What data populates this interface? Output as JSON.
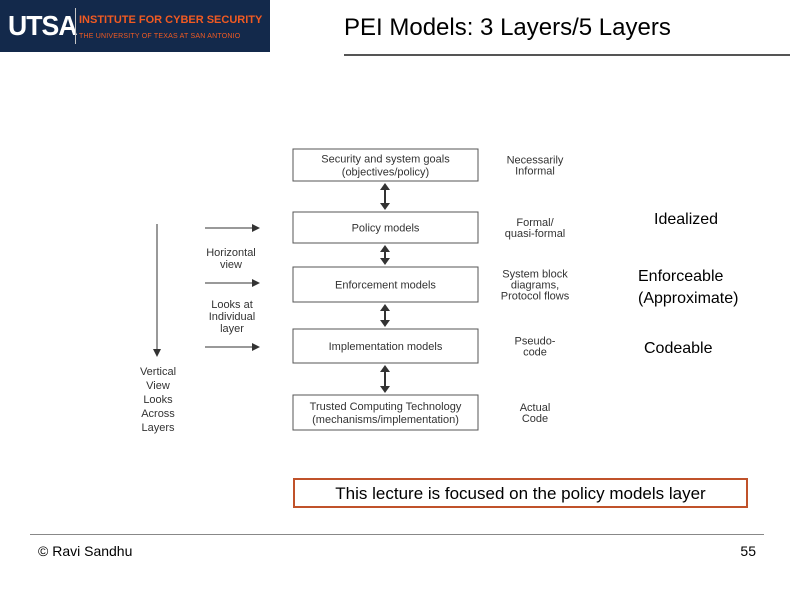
{
  "logo": {
    "wordmark": "UTSA",
    "line1": "INSTITUTE FOR CYBER SECURITY",
    "line2": "THE UNIVERSITY OF TEXAS AT SAN ANTONIO"
  },
  "slide_title": "PEI Models: 3 Layers/5 Layers",
  "diagram": {
    "layers": [
      {
        "lines": [
          "Security and system goals",
          "(objectives/policy)"
        ],
        "note": [
          "Necessarily",
          "Informal"
        ]
      },
      {
        "lines": [
          "Policy models"
        ],
        "note": [
          "Formal/",
          "quasi-formal"
        ]
      },
      {
        "lines": [
          "Enforcement models"
        ],
        "note": [
          "System block",
          "diagrams,",
          "Protocol flows"
        ]
      },
      {
        "lines": [
          "Implementation models"
        ],
        "note": [
          "Pseudo-",
          "code"
        ]
      },
      {
        "lines": [
          "Trusted Computing Technology",
          "(mechanisms/implementation)"
        ],
        "note": [
          "Actual",
          "Code"
        ]
      }
    ],
    "horizontal_view": [
      "Horizontal",
      "view"
    ],
    "looks_at": [
      "Looks at",
      "Individual",
      "layer"
    ],
    "vertical_view": [
      "Vertical",
      "View",
      "Looks",
      "Across",
      "Layers"
    ]
  },
  "side_labels": {
    "idealized": "Idealized",
    "enforceable": "Enforceable",
    "approximate": "(Approximate)",
    "codeable": "Codeable"
  },
  "callout": "This lecture is focused on the policy models layer",
  "footer": {
    "author": "© Ravi  Sandhu",
    "page": "55"
  }
}
